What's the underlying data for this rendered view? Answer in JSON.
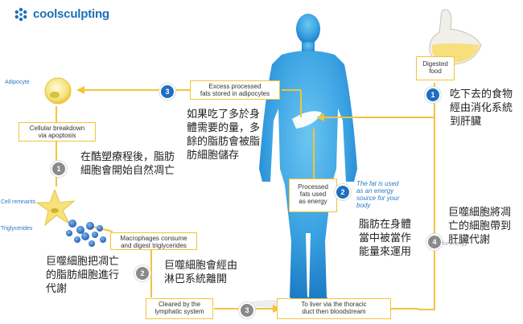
{
  "logo": {
    "text": "coolsculpting"
  },
  "labels": {
    "adipocyte": "Adipocyte",
    "cell_remnants": "Cell remnants",
    "triglycerides": "Triglycerides"
  },
  "boxes": {
    "digested_food": "Digested\nfood",
    "excess_fats": "Excess processed\nfats stored in adipocytes",
    "cellular_breakdown": "Cellular breakdown\nvia apoptosis",
    "macrophages": "Macrophages consume\nand digest triglycerides",
    "cleared": "Cleared by the\nlymphatic system",
    "to_liver": "To liver via the thoracic\nduct then bloodstream",
    "processed_fats": "Processed\nfats used\nas energy"
  },
  "steps": {
    "top_1": "1",
    "top_2": "2",
    "top_3": "3",
    "left_1": "1",
    "left_2": "2",
    "bottom_3": "3",
    "right_4": "4"
  },
  "notes": {
    "fat_energy": "The fat is used as an energy source for your body",
    "ghost_energy": "for energy"
  },
  "chinese": {
    "digest": "吃下去的食物\n經由消化系統\n到肝臟",
    "excess": "如果吃了多於身\n體需要的量，多\n餘的脂肪會被脂\n肪細胞儲存",
    "apoptosis": "在酷塑療程後，脂肪\n細胞會開始自然凋亡",
    "body_energy": "脂肪在身體\n當中被當作\n能量來運用",
    "liver_metab": "巨噬細胞將凋\n亡的細胞帶到\n肝臟代謝",
    "macro_metab": "巨噬細胞把凋亡\n的脂肪細胞進行\n代謝",
    "lymph": "巨噬細胞會經由\n淋巴系統離開"
  },
  "colors": {
    "accent_yellow": "#f3c33a",
    "step_gray": "#8a8a8a",
    "step_blue": "#1f6fc0",
    "body_blue": "#3ea8e6",
    "logo_blue": "#1d6fb8"
  }
}
